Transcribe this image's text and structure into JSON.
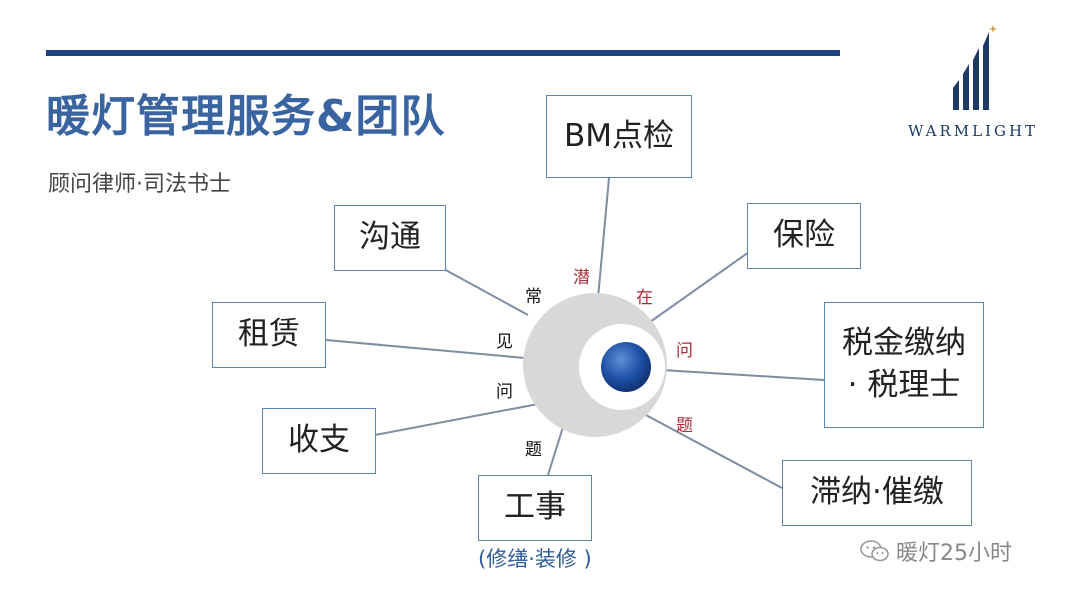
{
  "title": "暖灯管理服务&团队",
  "subtitle": "顾问律师·司法书士",
  "logo_text": "WARMLIGHT",
  "boxes": {
    "bm": "BM点检",
    "goutong": "沟通",
    "baoxian": "保险",
    "zulin": "租赁",
    "shuijin": "税金缴纳\n· 税理士",
    "shouzhi": "收支",
    "zhina": "滞纳·催缴",
    "gongshi": "工事"
  },
  "gongshi_note": "(修缮·装修 )",
  "left_labels": [
    "常",
    "见",
    "问",
    "题"
  ],
  "right_labels": [
    "潜",
    "在",
    "问",
    "题"
  ],
  "watermark": "暖灯25小时",
  "colors": {
    "accent": "#1d4282",
    "title": "#3a64a0",
    "red_label": "#b02a36",
    "box_border": "#5a84b8"
  }
}
